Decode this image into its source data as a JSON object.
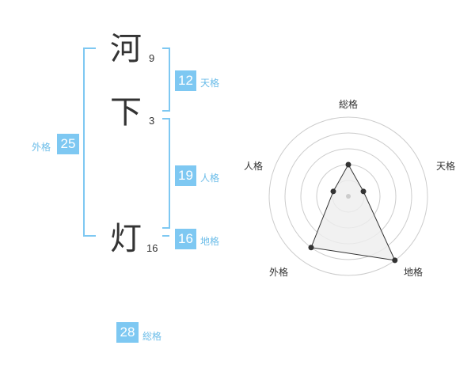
{
  "name": {
    "chars": [
      {
        "char": "河",
        "strokes": "9"
      },
      {
        "char": "下",
        "strokes": "3"
      },
      {
        "char": "灯",
        "strokes": "16"
      }
    ]
  },
  "fortune": {
    "tenkaku": {
      "value": "12",
      "label": "天格"
    },
    "jinkaku": {
      "value": "19",
      "label": "人格"
    },
    "chikaku": {
      "value": "16",
      "label": "地格"
    },
    "gaikaku": {
      "value": "25",
      "label": "外格"
    },
    "soukaku": {
      "value": "28",
      "label": "総格"
    }
  },
  "colors": {
    "accent": "#7ec8f2",
    "label": "#6cbde9",
    "grid": "#cccccc",
    "polygon": "#333333",
    "fill": "#eeeeee"
  },
  "chart_data": {
    "type": "radar",
    "axes": [
      "総格",
      "天格",
      "地格",
      "外格",
      "人格"
    ],
    "values": [
      2,
      1,
      5,
      4,
      1
    ],
    "range": [
      0,
      5
    ],
    "rings": 5,
    "grid": true
  }
}
